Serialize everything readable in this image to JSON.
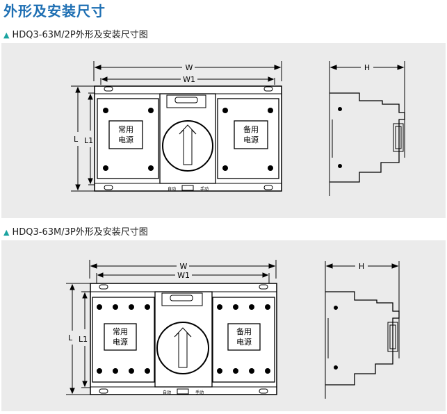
{
  "page": {
    "title": "外形及安装尺寸"
  },
  "figures": [
    {
      "caption": "HDQ3-63M/2P外形及安装尺寸图",
      "dims": {
        "W": "W",
        "W1": "W1",
        "L": "L",
        "L1": "L1",
        "H": "H"
      },
      "left_panel_label": [
        "常用",
        "电源"
      ],
      "right_panel_label": [
        "备用",
        "电源"
      ],
      "bottom_labels": [
        "自动",
        "手动"
      ]
    },
    {
      "caption": "HDQ3-63M/3P外形及安装尺寸图",
      "dims": {
        "W": "W",
        "W1": "W1",
        "L": "L",
        "L1": "L1",
        "H": "H"
      },
      "left_panel_label": [
        "常用",
        "电源"
      ],
      "right_panel_label": [
        "备用",
        "电源"
      ],
      "bottom_labels": [
        "自动",
        "手动"
      ]
    }
  ],
  "colors": {
    "title": "#1e6fb3",
    "triangle": "#1aa3a0",
    "panel_bg": "#ebebeb"
  }
}
